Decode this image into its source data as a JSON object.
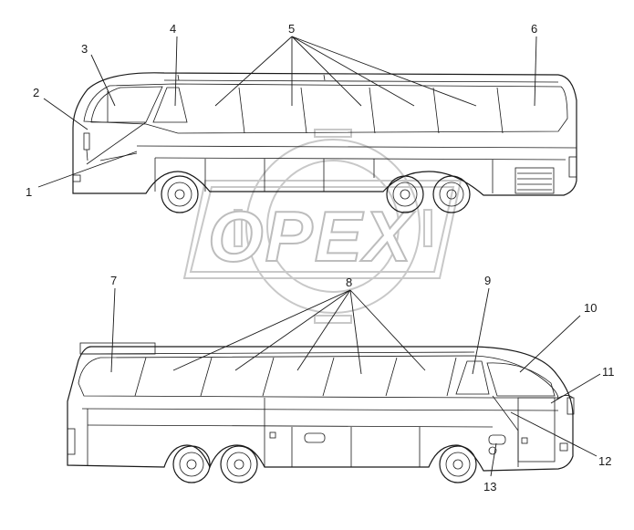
{
  "watermark": {
    "text": "OPEX"
  },
  "labels": {
    "l1": "1",
    "l2": "2",
    "l3": "3",
    "l4": "4",
    "l5": "5",
    "l6": "6",
    "l7": "7",
    "l8": "8",
    "l9": "9",
    "l10": "10",
    "l11": "11",
    "l12": "12",
    "l13": "13"
  }
}
